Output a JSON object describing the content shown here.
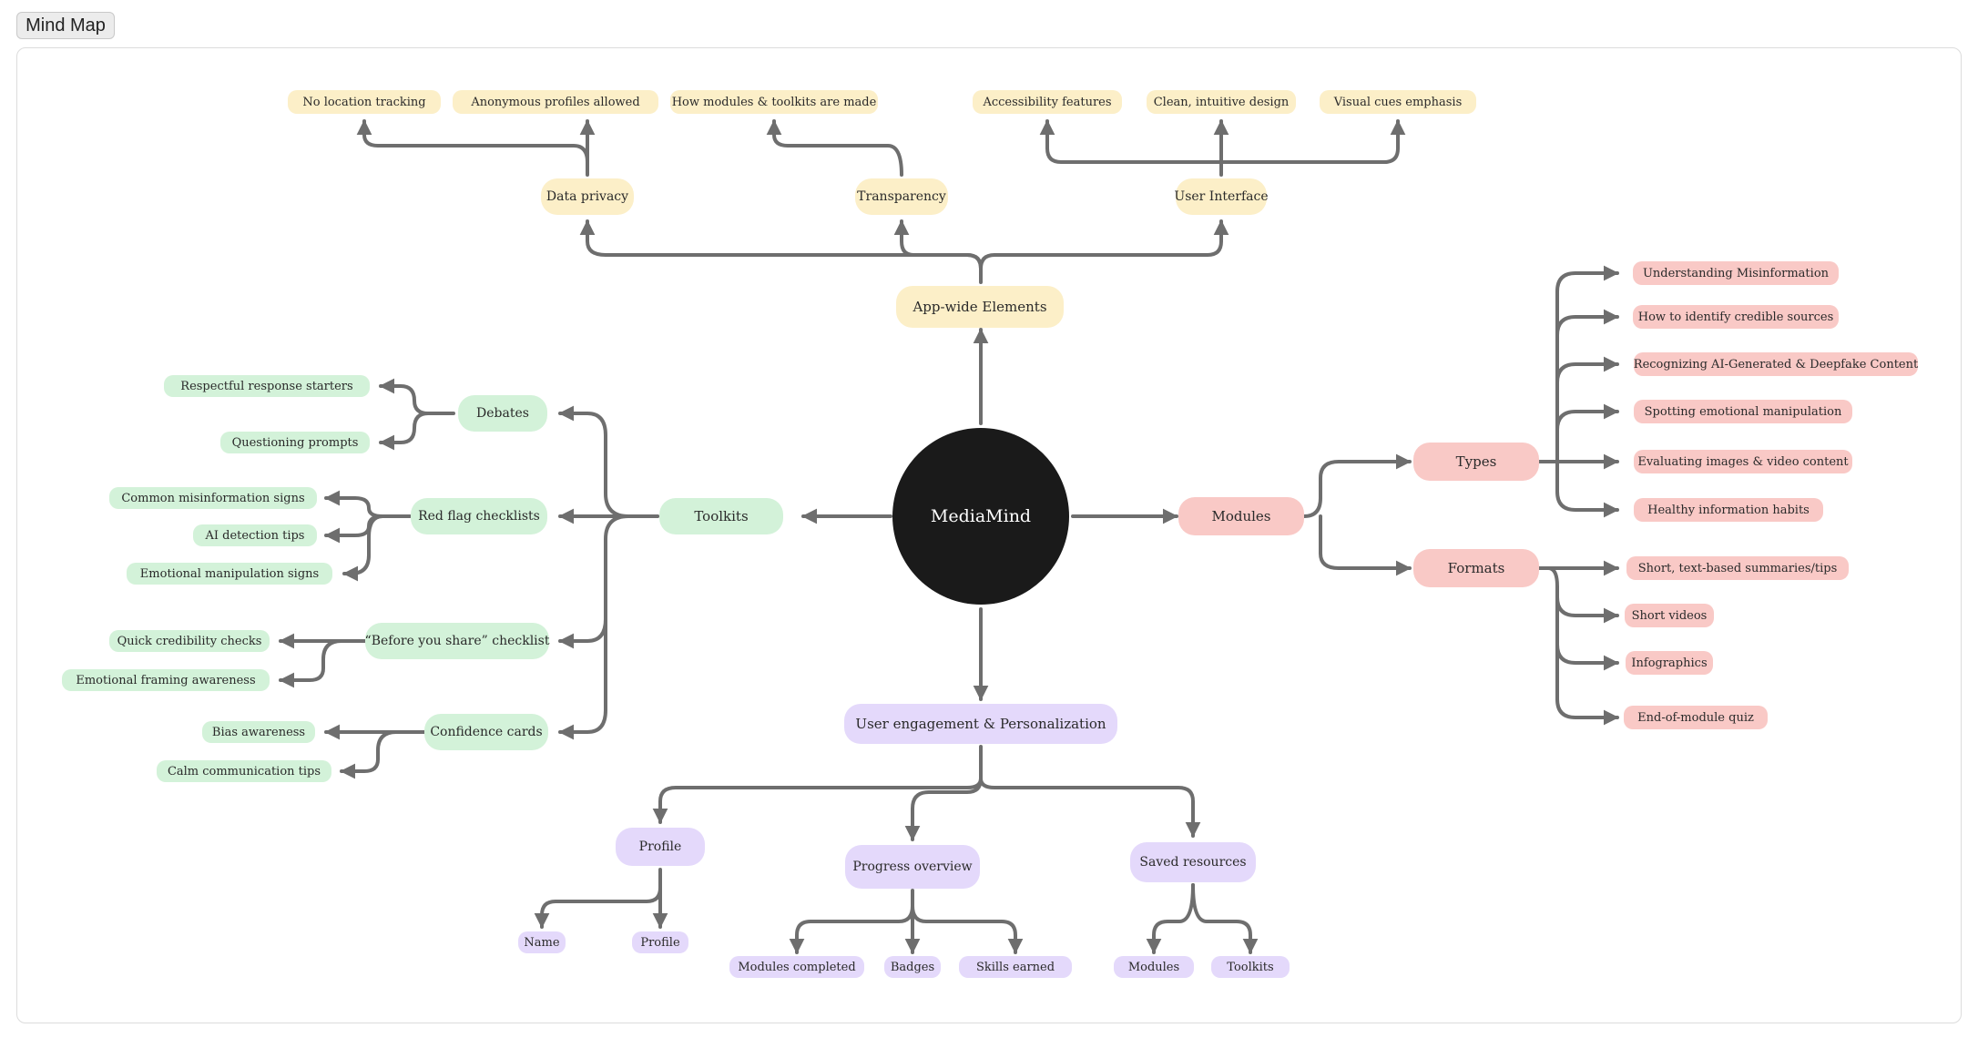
{
  "tab": {
    "label": "Mind Map"
  },
  "center": {
    "label": "MediaMind"
  },
  "nodes": {
    "app_wide": "App-wide Elements",
    "data_privacy": "Data privacy",
    "transparency": "Transparency",
    "user_interface": "User Interface",
    "no_location": "No location tracking",
    "anonymous_profiles": "Anonymous profiles allowed",
    "how_modules_made": "How modules & toolkits are made",
    "accessibility": "Accessibility features",
    "clean_design": "Clean, intuitive design",
    "visual_cues": "Visual cues emphasis",
    "toolkits": "Toolkits",
    "debates": "Debates",
    "red_flag": "Red flag checklists",
    "before_share": "“Before you share” checklist",
    "confidence_cards": "Confidence cards",
    "respectful_starters": "Respectful response starters",
    "questioning_prompts": "Questioning prompts",
    "common_misinfo_signs": "Common misinformation signs",
    "ai_detection": "AI detection tips",
    "emotional_manip_signs": "Emotional manipulation signs",
    "quick_credibility": "Quick credibility checks",
    "emotional_framing": "Emotional framing awareness",
    "bias_awareness": "Bias awareness",
    "calm_communication": "Calm communication tips",
    "modules": "Modules",
    "types": "Types",
    "formats": "Formats",
    "understanding_misinfo": "Understanding Misinformation",
    "credible_sources": "How to identify credible sources",
    "recognizing_ai": "Recognizing AI-Generated & Deepfake Content",
    "spotting_emotional": "Spotting emotional manipulation",
    "evaluating_images": "Evaluating images & video content",
    "healthy_habits": "Healthy information habits",
    "short_text": "Short, text-based summaries/tips",
    "short_videos": "Short videos",
    "infographics": "Infographics",
    "end_quiz": "End-of-module quiz",
    "user_engagement": "User engagement & Personalization",
    "profile": "Profile",
    "progress_overview": "Progress overview",
    "saved_resources": "Saved resources",
    "name": "Name",
    "profile_leaf": "Profile",
    "modules_completed": "Modules completed",
    "badges": "Badges",
    "skills_earned": "Skills earned",
    "saved_modules": "Modules",
    "saved_toolkits": "Toolkits"
  },
  "colors": {
    "yellow": "#fcefc8",
    "green": "#d3f2d9",
    "red": "#f9c9c6",
    "purple": "#e4d9fb",
    "center": "#1a1a1a",
    "connector": "#6e6e6e"
  }
}
